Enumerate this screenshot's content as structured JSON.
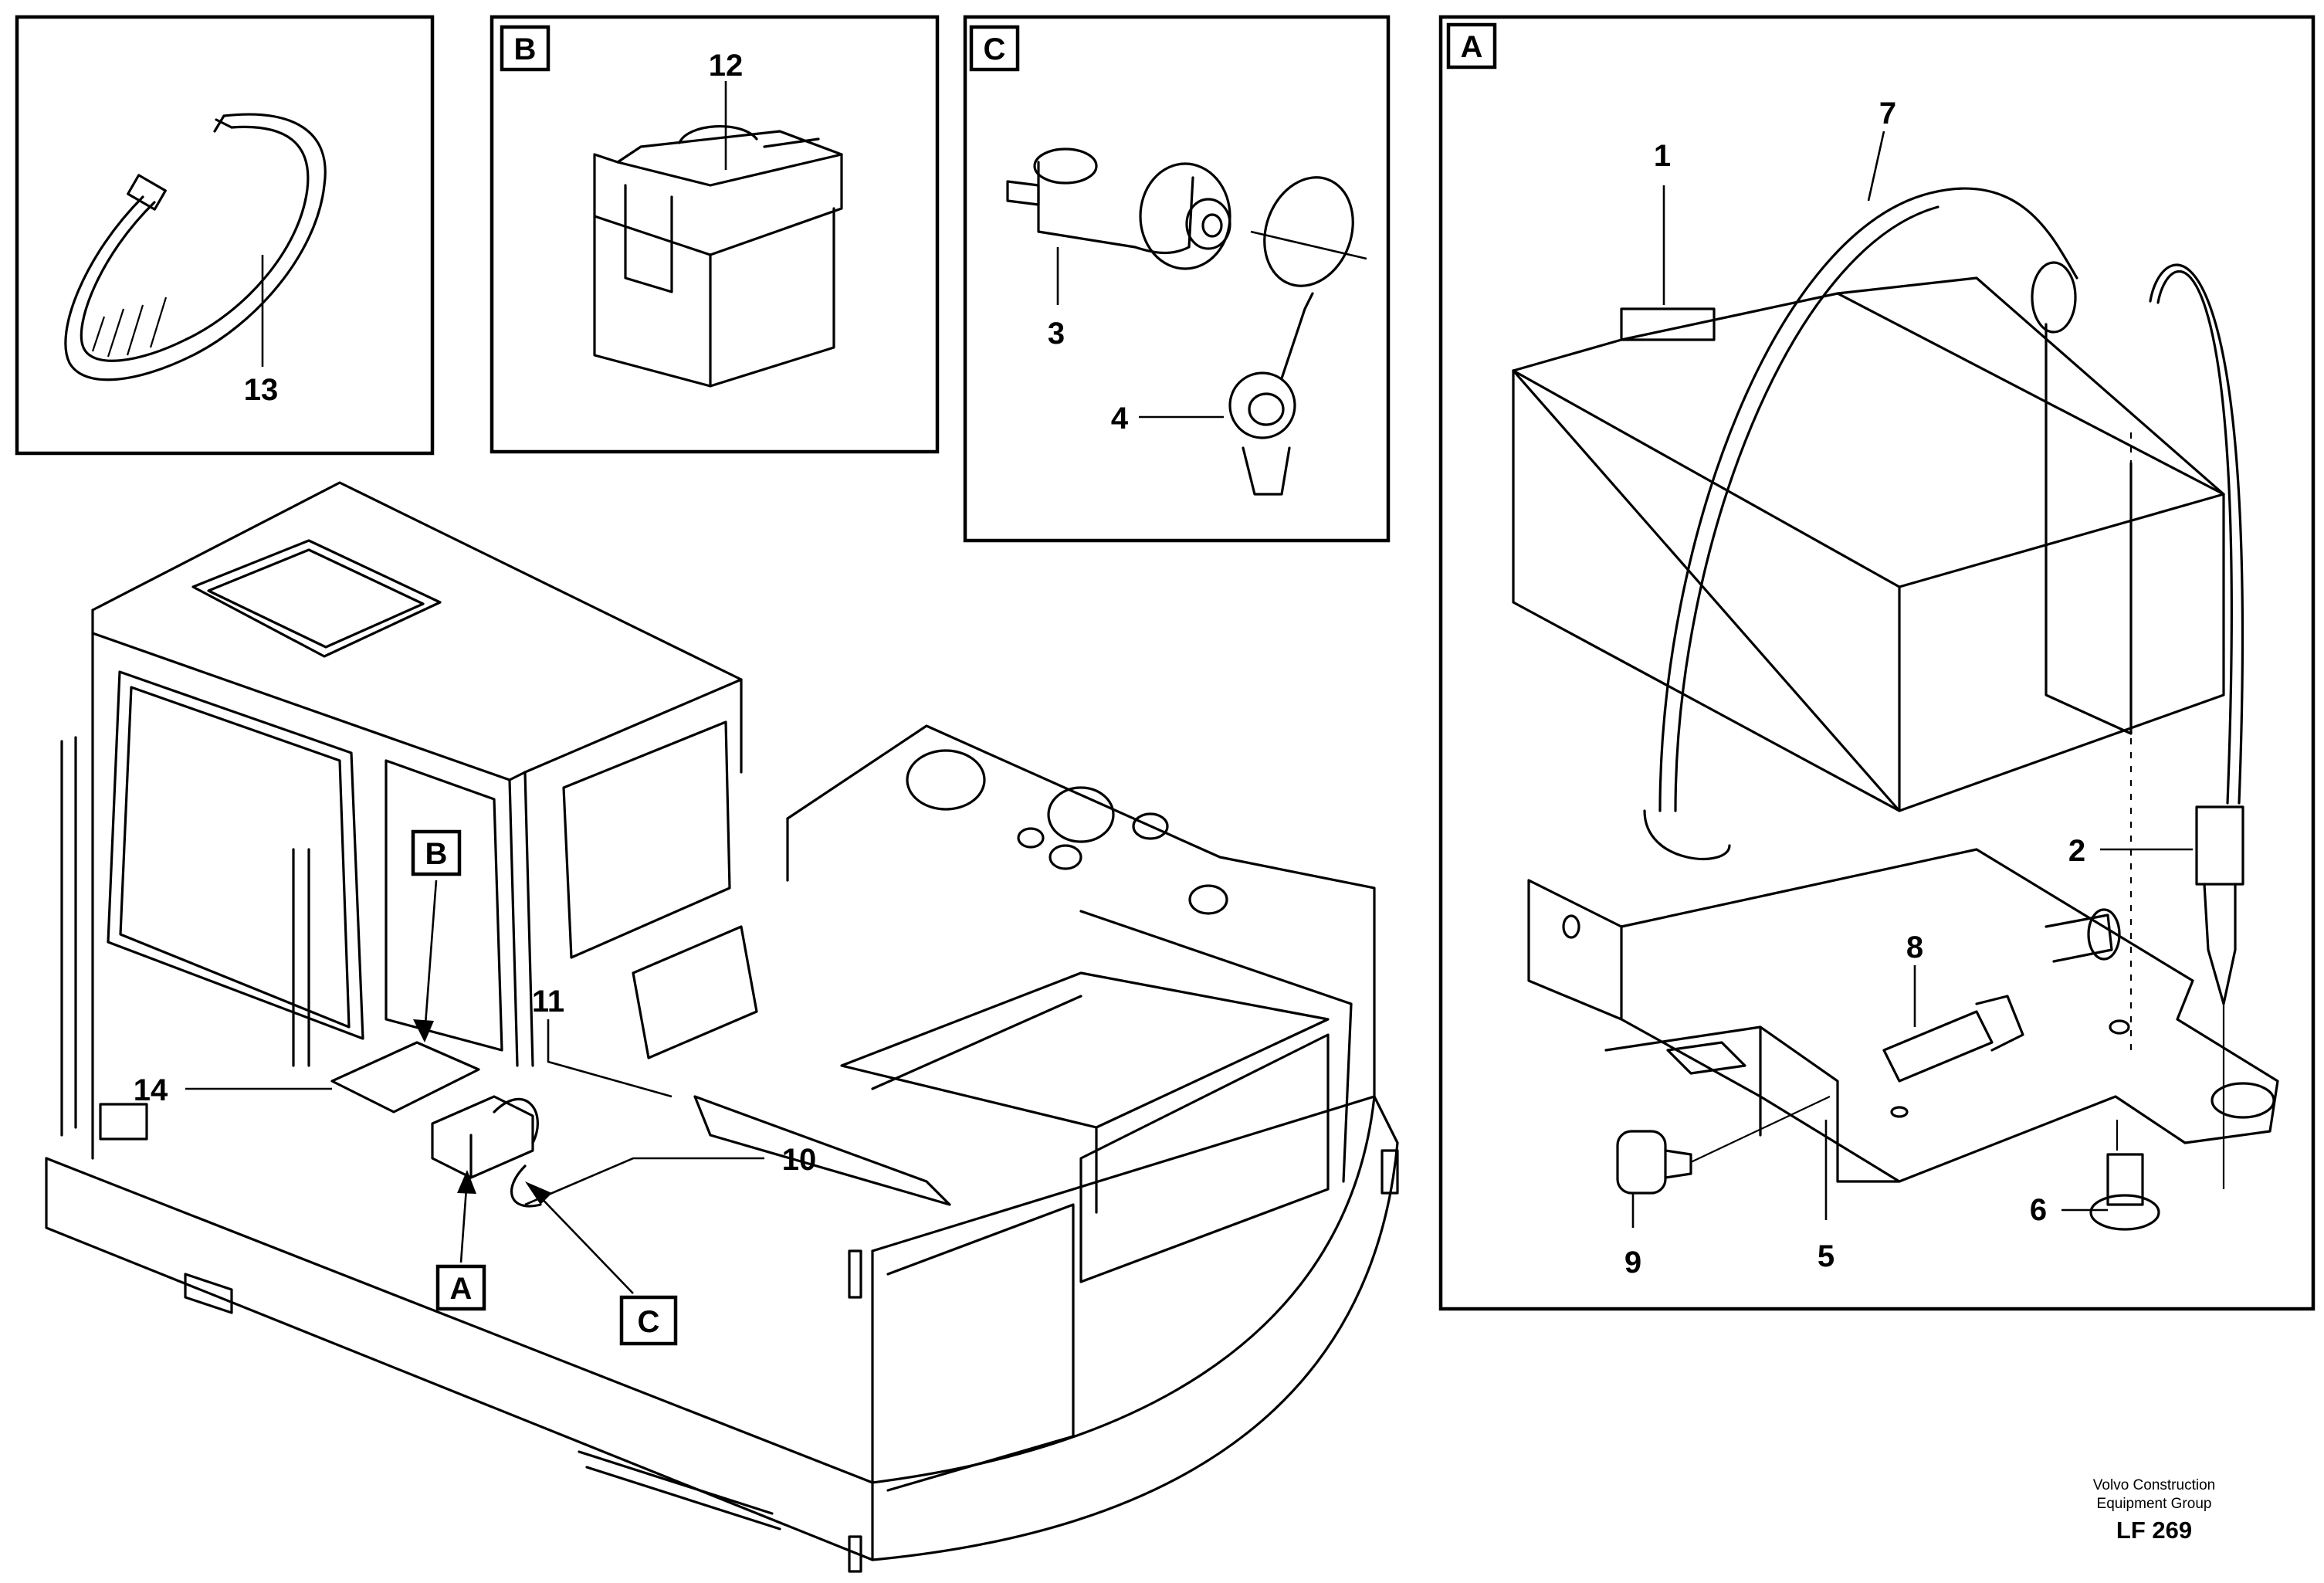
{
  "panels": {
    "ring_detail": {
      "callouts": [
        "13"
      ]
    },
    "detail_b": {
      "tag": "B",
      "callouts": [
        "12"
      ]
    },
    "detail_c": {
      "tag": "C",
      "callouts": [
        "3",
        "4"
      ]
    },
    "detail_a": {
      "tag": "A",
      "callouts": [
        "1",
        "7",
        "2",
        "8",
        "6",
        "5",
        "9"
      ]
    }
  },
  "main_view": {
    "tags": [
      "B",
      "A",
      "C"
    ],
    "callouts": [
      "11",
      "14",
      "10"
    ]
  },
  "credit": {
    "line1": "Volvo Construction",
    "line2": "Equipment Group",
    "code": "LF 269"
  }
}
